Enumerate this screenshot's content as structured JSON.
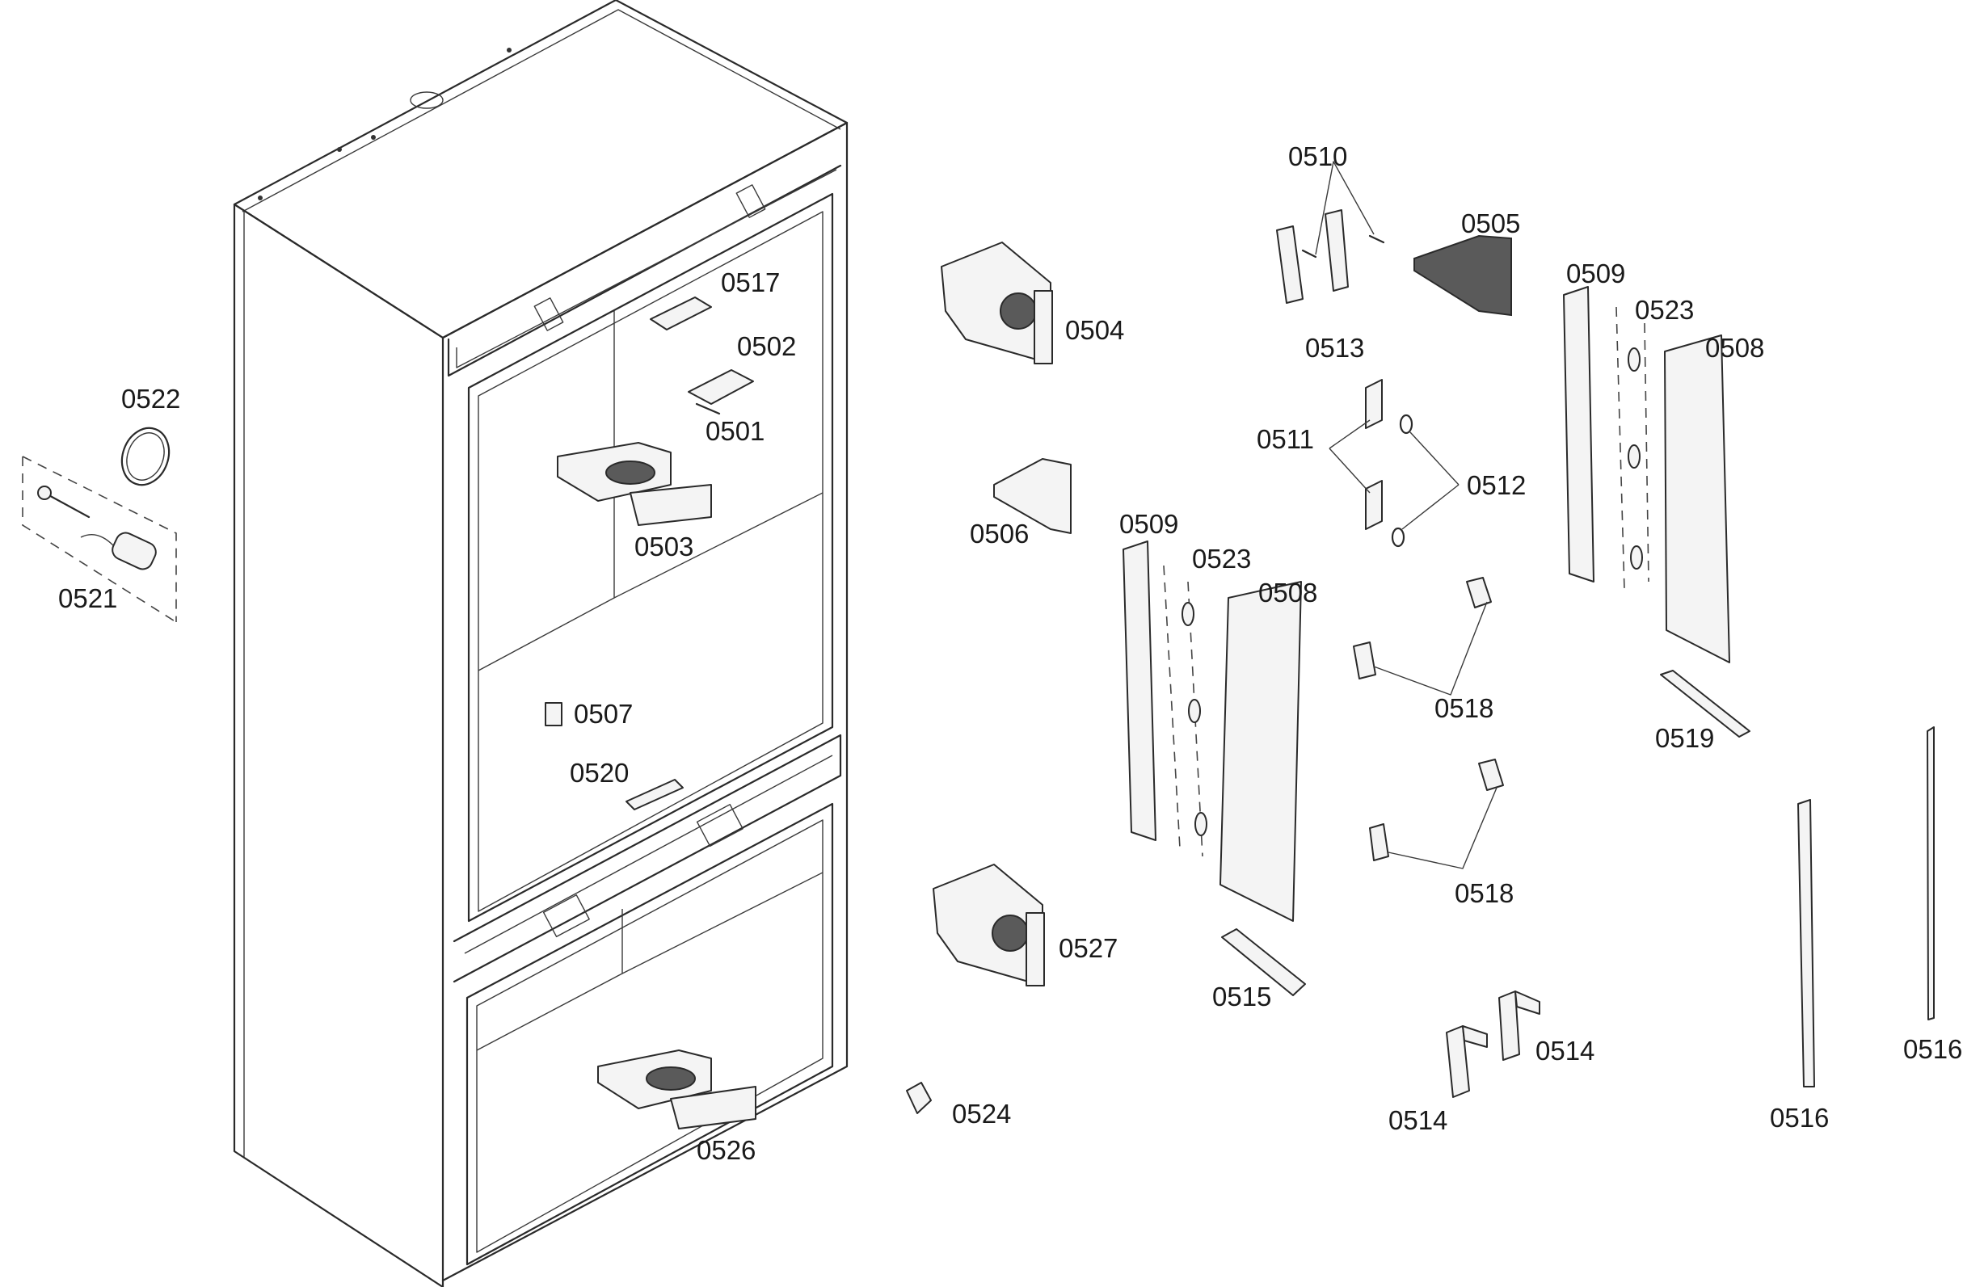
{
  "diagram": {
    "labels": [
      {
        "id": "l0501",
        "text": "0501"
      },
      {
        "id": "l0502",
        "text": "0502"
      },
      {
        "id": "l0503",
        "text": "0503"
      },
      {
        "id": "l0504",
        "text": "0504"
      },
      {
        "id": "l0505",
        "text": "0505"
      },
      {
        "id": "l0506",
        "text": "0506"
      },
      {
        "id": "l0507",
        "text": "0507"
      },
      {
        "id": "l0508a",
        "text": "0508"
      },
      {
        "id": "l0508b",
        "text": "0508"
      },
      {
        "id": "l0509a",
        "text": "0509"
      },
      {
        "id": "l0509b",
        "text": "0509"
      },
      {
        "id": "l0510",
        "text": "0510"
      },
      {
        "id": "l0511",
        "text": "0511"
      },
      {
        "id": "l0512",
        "text": "0512"
      },
      {
        "id": "l0513",
        "text": "0513"
      },
      {
        "id": "l0514a",
        "text": "0514"
      },
      {
        "id": "l0514b",
        "text": "0514"
      },
      {
        "id": "l0515",
        "text": "0515"
      },
      {
        "id": "l0516a",
        "text": "0516"
      },
      {
        "id": "l0516b",
        "text": "0516"
      },
      {
        "id": "l0517",
        "text": "0517"
      },
      {
        "id": "l0518a",
        "text": "0518"
      },
      {
        "id": "l0518b",
        "text": "0518"
      },
      {
        "id": "l0519",
        "text": "0519"
      },
      {
        "id": "l0520",
        "text": "0520"
      },
      {
        "id": "l0521",
        "text": "0521"
      },
      {
        "id": "l0522",
        "text": "0522"
      },
      {
        "id": "l0523a",
        "text": "0523"
      },
      {
        "id": "l0523b",
        "text": "0523"
      },
      {
        "id": "l0524",
        "text": "0524"
      },
      {
        "id": "l0526",
        "text": "0526"
      },
      {
        "id": "l0527",
        "text": "0527"
      }
    ]
  }
}
